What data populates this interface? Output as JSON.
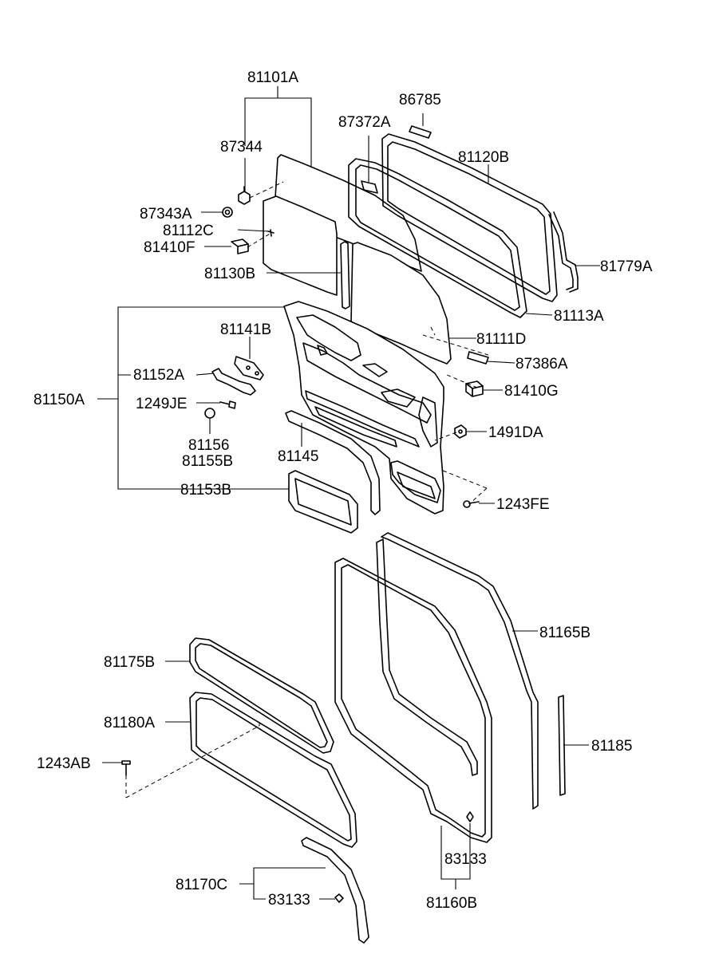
{
  "labels": [
    "81101A",
    "86785",
    "87372A",
    "81120B",
    "87344",
    "87343A",
    "81112C",
    "81410F",
    "81779A",
    "81130B",
    "81113A",
    "81111D",
    "81141B",
    "87386A",
    "81152A",
    "81150A",
    "81410G",
    "1249JE",
    "1491DA",
    "81156",
    "81155B",
    "81145",
    "81153B",
    "1243FE",
    "81165B",
    "81175B",
    "81180A",
    "81185",
    "1243AB",
    "83133",
    "81170C",
    "83133",
    "81160B"
  ]
}
